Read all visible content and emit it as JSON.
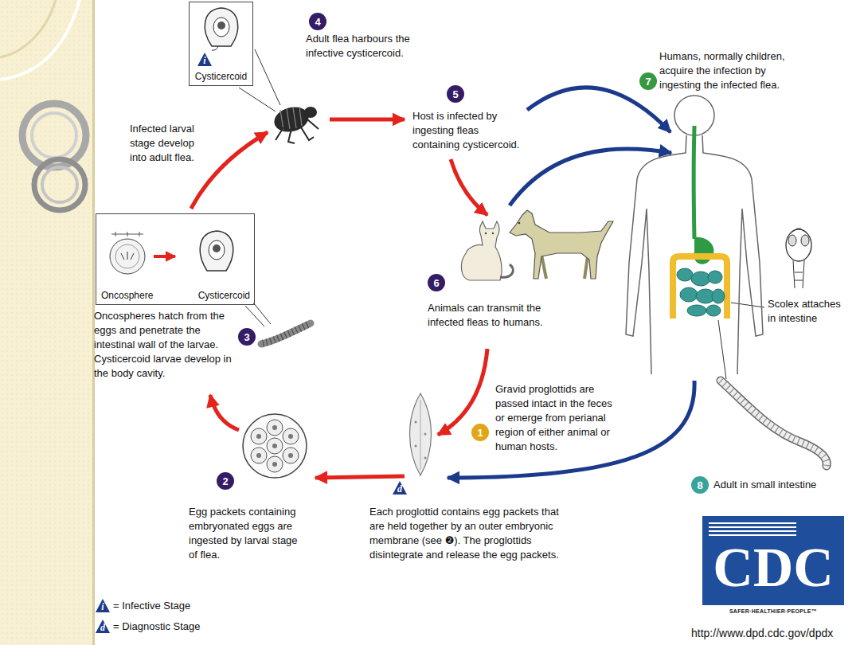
{
  "diagram": {
    "nodes": [
      {
        "text": [
          "Cysticercoid"
        ]
      },
      {
        "text": [
          "i"
        ],
        "in": 0
      },
      {
        "text": [
          "4"
        ]
      },
      {
        "text": [
          "5"
        ]
      },
      {
        "text": [
          "7"
        ]
      },
      {
        "text": [
          "Oncosphere",
          "Cysticercoid"
        ]
      },
      {
        "text": [
          "3"
        ]
      },
      {
        "text": [
          "6"
        ]
      },
      {
        "text": [
          "1"
        ]
      },
      {
        "text": [
          "2"
        ]
      },
      {
        "text": [
          "d"
        ]
      },
      {
        "text": [
          "8"
        ]
      },
      {
        "text": [
          "i"
        ]
      },
      {
        "text": [
          "d"
        ]
      },
      {
        "text": [
          "CDC",
          "SAFER·HEALTHIER·PEOPLE™"
        ]
      }
    ],
    "labels": [
      "Adult flea harbours the infective cysticercoid.",
      "Infected larval stage develop into adult flea.",
      "Host is infected by ingesting fleas containing cysticercoid.",
      "Humans, normally children, acquire the infection by ingesting the infected flea.",
      "Oncospheres hatch from the eggs and penetrate the intestinal wall of the larvae. Cysticercoid larvae develop in the body cavity.",
      "Animals can transmit the infected fleas to humans.",
      "Scolex attaches in intestine",
      "Gravid proglottids are passed intact in the feces or emerge from perianal region of either animal or human hosts.",
      "Egg packets containing embryonated eggs are ingested by larval stage of flea.",
      "Each proglottid contains egg packets that are held together by an outer embryonic membrane (see ❷). The proglottids disintegrate and release the egg packets.",
      "Adult in small intestine",
      "http://www.dpd.cdc.gov/dpdx"
    ],
    "legend": [
      {
        "text": "= Infective Stage"
      },
      {
        "text": "= Diagnostic Stage"
      }
    ]
  }
}
